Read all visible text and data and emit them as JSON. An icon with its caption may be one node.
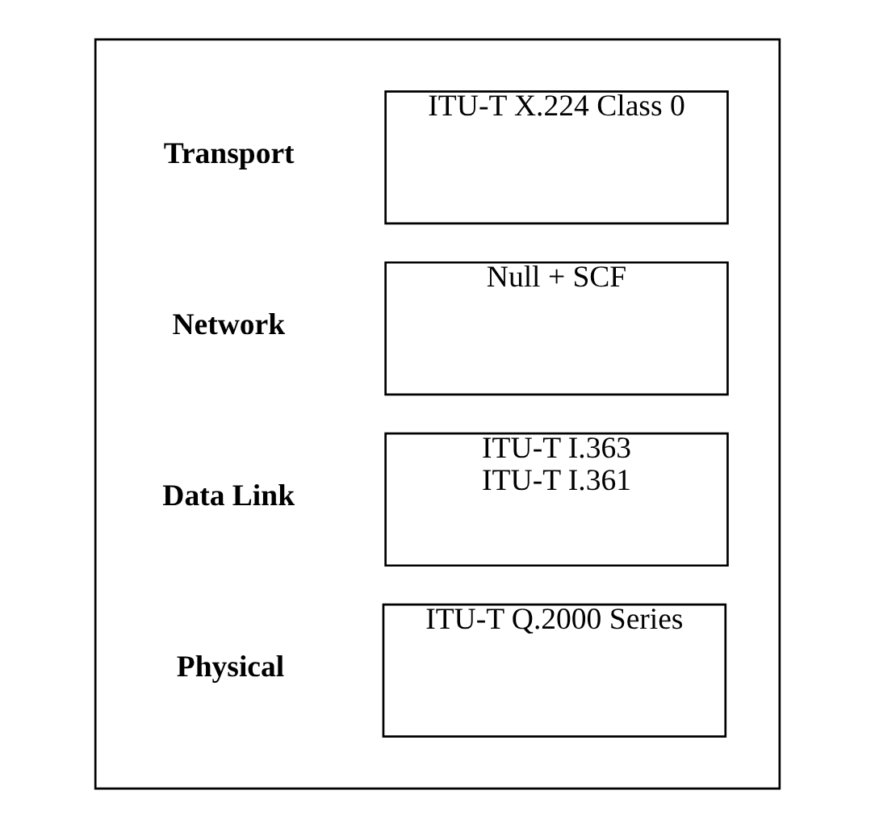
{
  "diagram": {
    "nodes": [
      {
        "text": [],
        "shape": "box"
      },
      {
        "text": [
          "ITU-T X.224 Class 0"
        ],
        "in": 0,
        "beside": [
          "Transport"
        ]
      },
      {
        "text": [
          "Null + SCF"
        ],
        "in": 0,
        "beside": [
          "Network"
        ]
      },
      {
        "text": [
          "ITU-T I.363",
          "ITU-T I.361"
        ],
        "in": 0,
        "beside": [
          "Data Link"
        ]
      },
      {
        "text": [
          "ITU-T Q.2000 Series"
        ],
        "in": 0,
        "beside": [
          "Physical"
        ]
      }
    ],
    "edges": []
  }
}
